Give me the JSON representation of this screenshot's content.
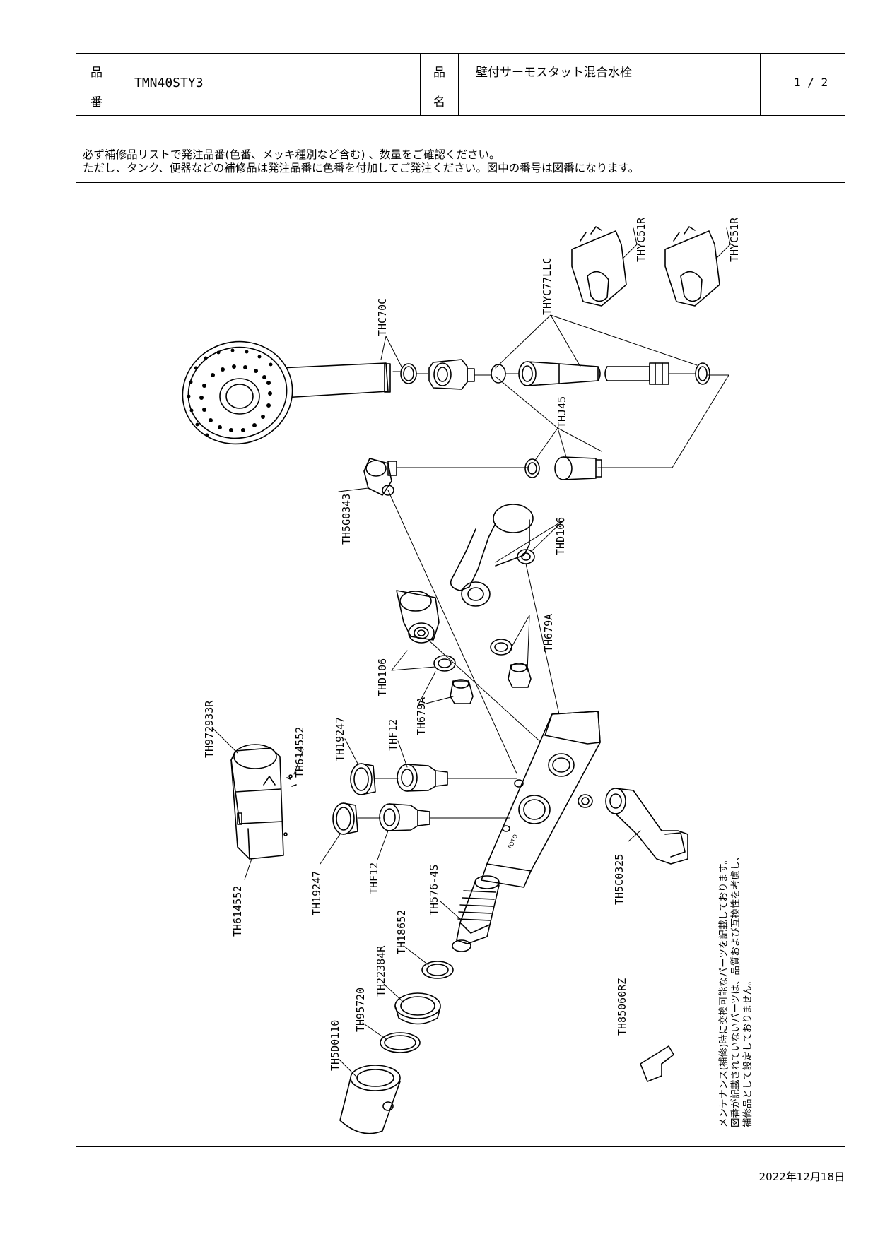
{
  "header": {
    "product_number_label_top": "品",
    "product_number_label_bottom": "番",
    "product_number": "TMN40STY3",
    "product_name_label_top": "品",
    "product_name_label_bottom": "名",
    "product_name": "壁付サーモスタット混合水栓",
    "page": "1 / 2"
  },
  "notice": {
    "line1": "必ず補修品リストで発注品番(色番、メッキ種別など含む) 、数量をご確認ください。",
    "line2": "ただし、タンク、便器などの補修品は発注品番に色番を付加してご発注ください。図中の番号は図番になります。"
  },
  "parts": {
    "THYC51R_a": "THYC51R",
    "THYC51R_b": "THYC51R",
    "THYC77LLC": "THYC77LLC",
    "THC70C": "THC70C",
    "THJ45": "THJ45",
    "TH5G0343": "TH5G0343",
    "THD106_a": "THD106",
    "THD106_b": "THD106",
    "TH679A_a": "TH679A",
    "TH679A_b": "TH679A",
    "TH972933R": "TH972933R",
    "TH614552_a": "TH614552",
    "TH614552_b": "TH614552",
    "TH19247_a": "TH19247",
    "TH19247_b": "TH19247",
    "THF12_a": "THF12",
    "THF12_b": "THF12",
    "TH576_4S": "TH576-4S",
    "TH18652": "TH18652",
    "TH22384R": "TH22384R",
    "TH95720": "TH95720",
    "TH5D0110": "TH5D0110",
    "TH5C0325": "TH5C0325",
    "TH85060RZ": "TH85060RZ"
  },
  "body_logo": "TOTO",
  "maintenance_note": {
    "line1": "メンテナンス(補修)時に交換可能なパーツを記載しております。",
    "line2": "図番が記載されていないパーツは、品質および互換性を考慮し、",
    "line3": "補修品として設定しておりません。"
  },
  "date": "2022年12月18日"
}
